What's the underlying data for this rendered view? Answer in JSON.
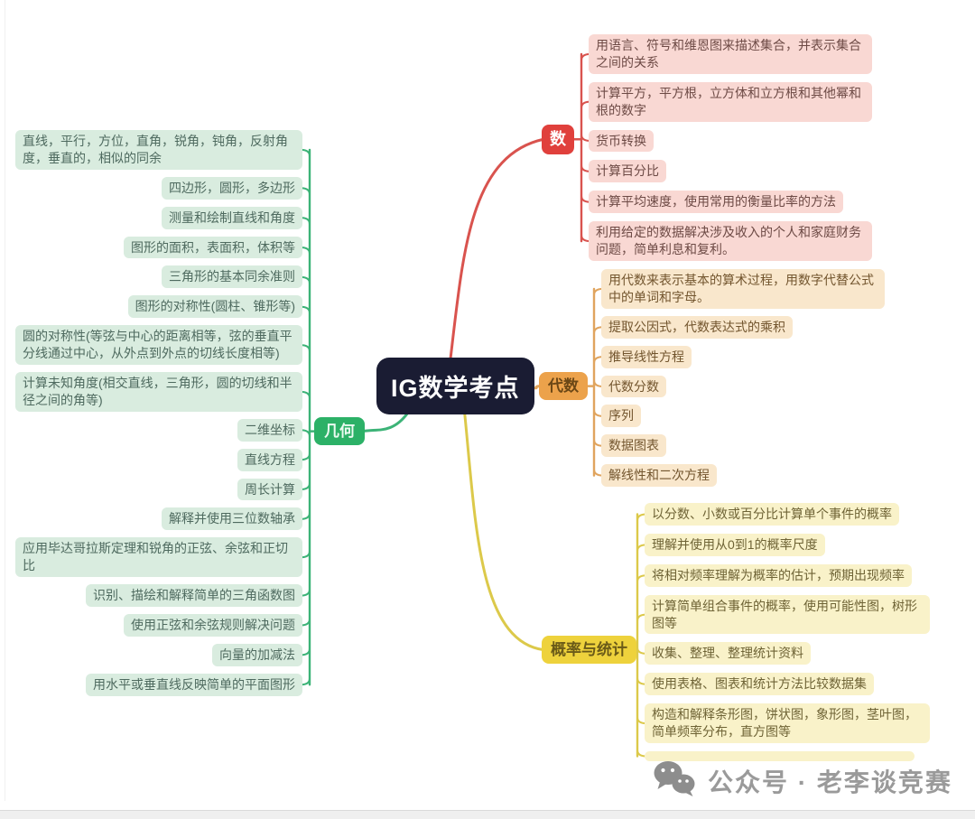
{
  "center": {
    "title": "IG数学考点"
  },
  "colors": {
    "canvas_bg": "#ffffff",
    "center_bg": "#1a1c33",
    "center_text": "#ffffff",
    "watermark_text": "#9a9a9a",
    "watermark_icon": "#8d8d8d"
  },
  "branches": [
    {
      "label": "数",
      "line_color": "#d9534e",
      "node_bg": "#e0403c",
      "node_text": "#ffffff",
      "item_bg": "#f9d8d3",
      "item_text": "#6d4a45",
      "items": [
        "用语言、符号和维恩图来描述集合，并表示集合之间的关系",
        "计算平方，平方根，立方体和立方根和其他幂和根的数字",
        "货币转换",
        "计算百分比",
        "计算平均速度，使用常用的衡量比率的方法",
        "利用给定的数据解决涉及收入的个人和家庭财务问题，简单利息和复利。"
      ]
    },
    {
      "label": "代数",
      "line_color": "#e0a45e",
      "node_bg": "#eca24b",
      "node_text": "#6b4716",
      "item_bg": "#f9e7cc",
      "item_text": "#72552e",
      "items": [
        "用代数来表示基本的算术过程，用数字代替公式中的单词和字母。",
        "提取公因式，代数表达式的乘积",
        "推导线性方程",
        "代数分数",
        "序列",
        "数据图表",
        "解线性和二次方程"
      ]
    },
    {
      "label": "概率与统计",
      "line_color": "#dcc94a",
      "node_bg": "#eed23c",
      "node_text": "#6a5a18",
      "item_bg": "#f9f2c9",
      "item_text": "#6e6335",
      "items": [
        "以分数、小数或百分比计算单个事件的概率",
        "理解并使用从0到1的概率尺度",
        "将相对频率理解为概率的估计，预期出现频率",
        "计算简单组合事件的概率，使用可能性图，树形图等",
        "收集、整理、整理统计资料",
        "使用表格、图表和统计方法比较数据集",
        "构造和解释条形图，饼状图，象形图，茎叶图，简单频率分布，直方图等",
        ""
      ]
    },
    {
      "label": "几何",
      "line_color": "#3cb377",
      "node_bg": "#2cb167",
      "node_text": "#eafaf0",
      "item_bg": "#d9ecdf",
      "item_text": "#4e6a5f",
      "items": [
        "直线，平行，方位，直角，锐角，钝角，反射角度，垂直的，相似的同余",
        "四边形，圆形，多边形",
        "测量和绘制直线和角度",
        "图形的面积，表面积，体积等",
        "三角形的基本同余准则",
        "图形的对称性(圆柱、锥形等)",
        "圆的对称性(等弦与中心的距离相等，弦的垂直平分线通过中心，从外点到外点的切线长度相等)",
        "计算未知角度(相交直线，三角形，圆的切线和半径之间的角等)",
        "二维坐标",
        "直线方程",
        "周长计算",
        "解释并使用三位数轴承",
        "应用毕达哥拉斯定理和锐角的正弦、余弦和正切比",
        "识别、描绘和解释简单的三角函数图",
        "使用正弦和余弦规则解决问题",
        "向量的加减法",
        "用水平或垂直线反映简单的平面图形"
      ]
    }
  ],
  "watermark": {
    "icon": "wechat-icon",
    "text": "公众号 · 老李谈竞赛"
  }
}
